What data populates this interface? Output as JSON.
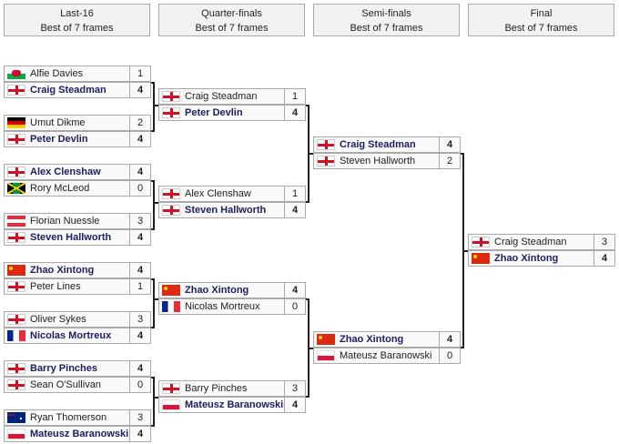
{
  "rounds": [
    {
      "title": "Last-16",
      "subtitle": "Best of 7 frames",
      "matches": [
        [
          {
            "name": "Alfie Davies",
            "flag": "wales",
            "score": "1"
          },
          {
            "name": "Craig Steadman",
            "flag": "england",
            "score": "4",
            "winner": true
          }
        ],
        [
          {
            "name": "Umut Dikme",
            "flag": "germany",
            "score": "2"
          },
          {
            "name": "Peter Devlin",
            "flag": "england",
            "score": "4",
            "winner": true
          }
        ],
        [
          {
            "name": "Alex Clenshaw",
            "flag": "england",
            "score": "4",
            "winner": true
          },
          {
            "name": "Rory McLeod",
            "flag": "jamaica",
            "score": "0"
          }
        ],
        [
          {
            "name": "Florian Nuessle",
            "flag": "austria",
            "score": "3"
          },
          {
            "name": "Steven Hallworth",
            "flag": "england",
            "score": "4",
            "winner": true
          }
        ],
        [
          {
            "name": "Zhao Xintong",
            "flag": "china",
            "score": "4",
            "winner": true
          },
          {
            "name": "Peter Lines",
            "flag": "england",
            "score": "1"
          }
        ],
        [
          {
            "name": "Oliver Sykes",
            "flag": "england",
            "score": "3"
          },
          {
            "name": "Nicolas Mortreux",
            "flag": "france",
            "score": "4",
            "winner": true
          }
        ],
        [
          {
            "name": "Barry Pinches",
            "flag": "england",
            "score": "4",
            "winner": true
          },
          {
            "name": "Sean O'Sullivan",
            "flag": "england",
            "score": "0"
          }
        ],
        [
          {
            "name": "Ryan Thomerson",
            "flag": "australia",
            "score": "3"
          },
          {
            "name": "Mateusz Baranowski",
            "flag": "poland",
            "score": "4",
            "winner": true
          }
        ]
      ]
    },
    {
      "title": "Quarter-finals",
      "subtitle": "Best of 7 frames",
      "matches": [
        [
          {
            "name": "Craig Steadman",
            "flag": "england",
            "score": "1"
          },
          {
            "name": "Peter Devlin",
            "flag": "england",
            "score": "4",
            "winner": true
          }
        ],
        [
          {
            "name": "Alex Clenshaw",
            "flag": "england",
            "score": "1"
          },
          {
            "name": "Steven Hallworth",
            "flag": "england",
            "score": "4",
            "winner": true
          }
        ],
        [
          {
            "name": "Zhao Xintong",
            "flag": "china",
            "score": "4",
            "winner": true
          },
          {
            "name": "Nicolas Mortreux",
            "flag": "france",
            "score": "0"
          }
        ],
        [
          {
            "name": "Barry Pinches",
            "flag": "england",
            "score": "3"
          },
          {
            "name": "Mateusz Baranowski",
            "flag": "poland",
            "score": "4",
            "winner": true
          }
        ]
      ]
    },
    {
      "title": "Semi-finals",
      "subtitle": "Best of 7 frames",
      "matches": [
        [
          {
            "name": "Craig Steadman",
            "flag": "england",
            "score": "4",
            "winner": true
          },
          {
            "name": "Steven Hallworth",
            "flag": "england",
            "score": "2"
          }
        ],
        [
          {
            "name": "Zhao Xintong",
            "flag": "china",
            "score": "4",
            "winner": true
          },
          {
            "name": "Mateusz Baranowski",
            "flag": "poland",
            "score": "0"
          }
        ]
      ]
    },
    {
      "title": "Final",
      "subtitle": "Best of 7 frames",
      "matches": [
        [
          {
            "name": "Craig Steadman",
            "flag": "england",
            "score": "3"
          },
          {
            "name": "Zhao Xintong",
            "flag": "china",
            "score": "4",
            "winner": true
          }
        ]
      ]
    }
  ]
}
